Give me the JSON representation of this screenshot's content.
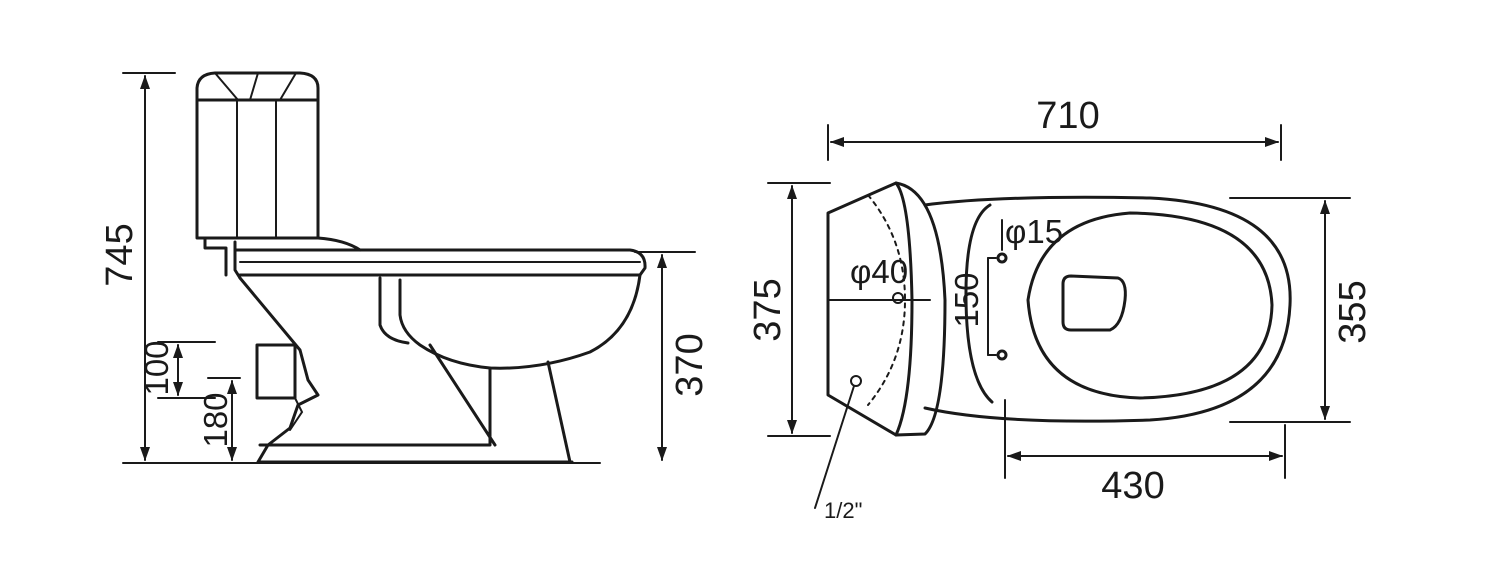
{
  "side_view": {
    "dimensions": {
      "total_height": "745",
      "bowl_height": "370",
      "outlet_height": "100",
      "outlet_center": "180"
    }
  },
  "top_view": {
    "dimensions": {
      "total_length": "710",
      "tank_width": "375",
      "bowl_width": "355",
      "bowl_length": "430",
      "bolt_spacing": "150",
      "bolt_hole": "φ15",
      "flush_hole": "φ40"
    },
    "callouts": {
      "water_inlet": "1/2\""
    }
  },
  "colors": {
    "line": "#1a1a1a",
    "background": "#ffffff"
  }
}
